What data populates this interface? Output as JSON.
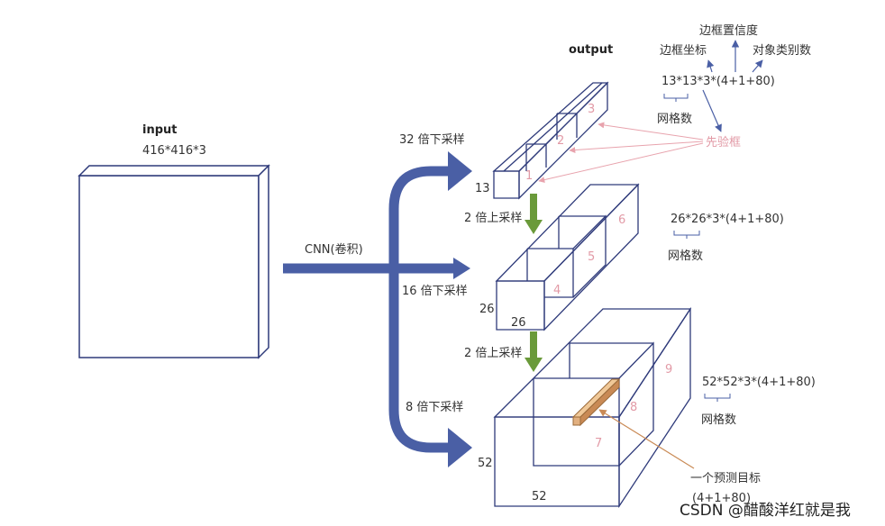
{
  "input": {
    "title": "input",
    "size": "416*416*3"
  },
  "cnn_label": "CNN(卷积)",
  "output_title": "output",
  "branches": [
    {
      "label": "32 倍下采样",
      "grid": "13",
      "cells": [
        "1",
        "2",
        "3"
      ],
      "formula": "13*13*3*(4+1+80)",
      "grid_note": "网格数"
    },
    {
      "label": "16 倍下采样",
      "grid": "26",
      "cells": [
        "4",
        "5",
        "6"
      ],
      "formula": "26*26*3*(4+1+80)",
      "grid_note": "网格数"
    },
    {
      "label": "8 倍下采样",
      "grid": "52",
      "cells": [
        "7",
        "8",
        "9"
      ],
      "formula": "52*52*3*(4+1+80)",
      "grid_note": "网格数"
    }
  ],
  "upsample_labels": [
    "2 倍上采样",
    "2 倍上采样"
  ],
  "annotations": {
    "box_conf": "边框置信度",
    "box_coords": "边框坐标",
    "class_count": "对象类别数",
    "anchor": "先验框",
    "prediction_target": "一个预测目标",
    "prediction_vector": "(4+1+80)"
  },
  "colors": {
    "line": "#2e3a7a",
    "arrow": "#4a5fa5",
    "green": "#6a9a3a",
    "pink": "#e8a3ad",
    "orange": "#d9a070"
  },
  "watermark": "CSDN @醋酸洋红就是我"
}
